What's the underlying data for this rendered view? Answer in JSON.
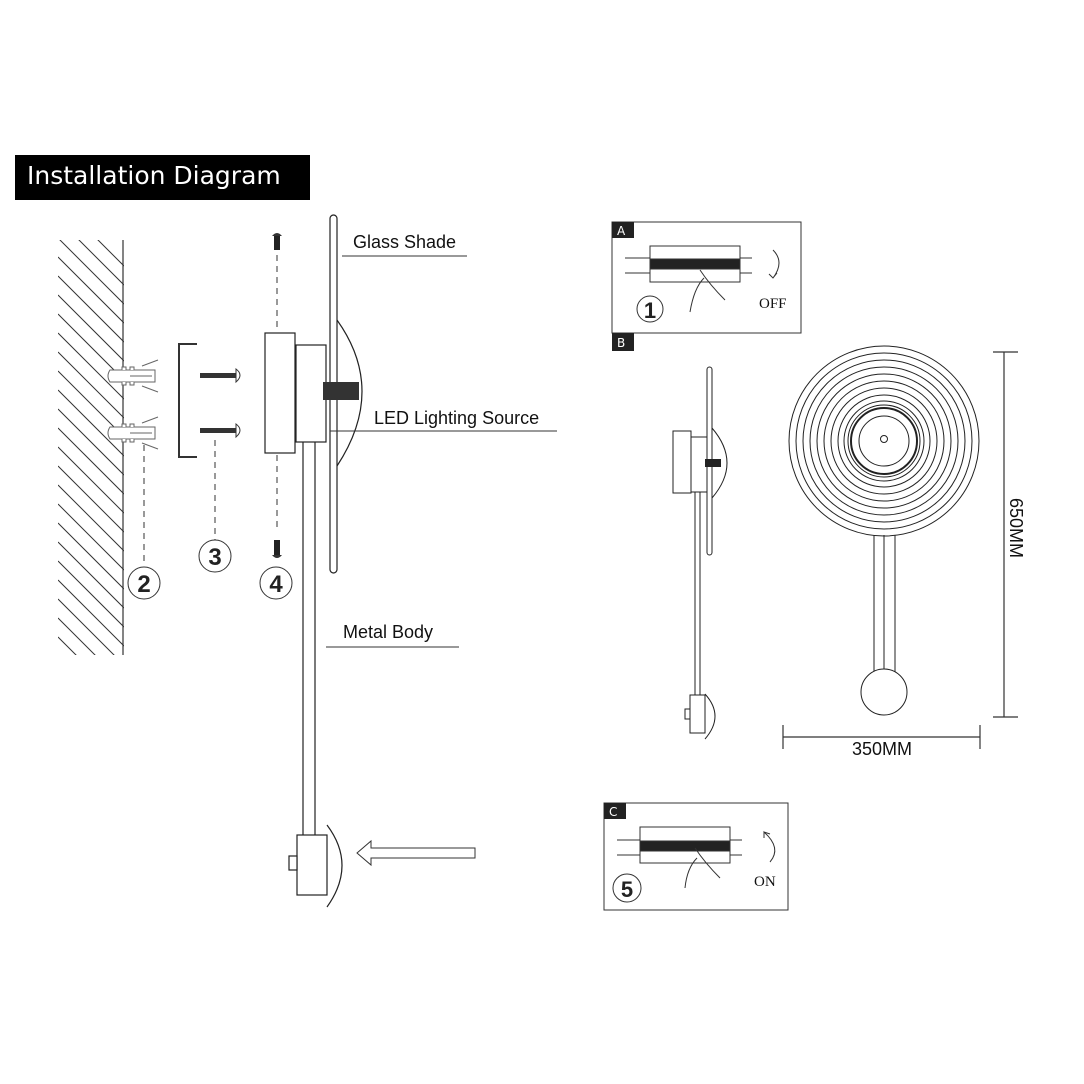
{
  "title": "Installation Diagram",
  "labels": {
    "glass_shade": "Glass Shade",
    "led_source": "LED Lighting Source",
    "metal_body": "Metal Body"
  },
  "steps": [
    {
      "number": "1",
      "panel": "A",
      "action": "OFF"
    },
    {
      "number": "2"
    },
    {
      "number": "3"
    },
    {
      "number": "4"
    },
    {
      "number": "5",
      "panel": "C",
      "action": "ON"
    }
  ],
  "panel_b_tag": "B",
  "dimensions": {
    "width": "350MM",
    "height": "650MM"
  },
  "colors": {
    "line": "#222222",
    "title_bg": "#000000",
    "title_fg": "#ffffff"
  }
}
